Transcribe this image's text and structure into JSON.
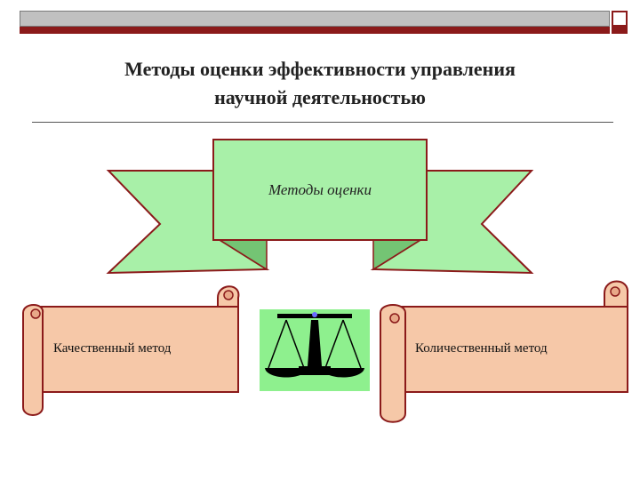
{
  "title": {
    "line1": "Методы оценки эффективности управления",
    "line2": "научной деятельностью"
  },
  "banner": {
    "label": "Методы оценки",
    "fill_color": "#a8f0a8",
    "stroke_color": "#8b1a1a"
  },
  "scroll_left": {
    "label": "Качественный метод"
  },
  "scroll_right": {
    "label": "Количественный метод"
  },
  "scroll_colors": {
    "fill": "#f6c8a8",
    "stroke": "#8b1a1a"
  },
  "scales_icon": {
    "name": "scales-icon",
    "bg_color": "#8ef08e"
  }
}
